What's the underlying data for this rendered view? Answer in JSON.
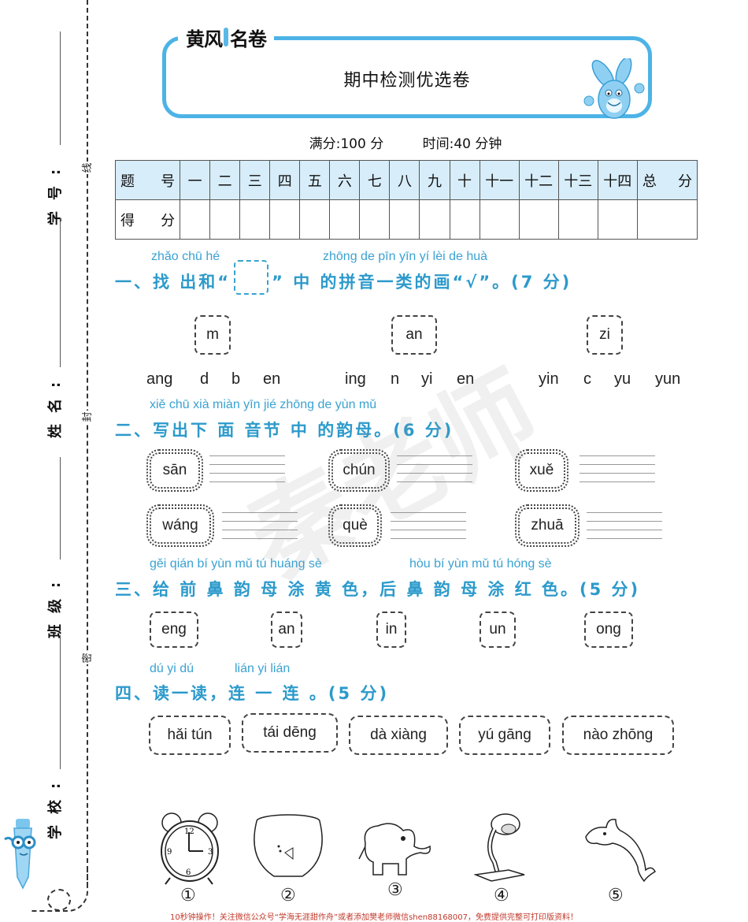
{
  "binding": {
    "seal_chars": [
      "线",
      "封",
      "密"
    ],
    "fields": [
      {
        "label": "学号:"
      },
      {
        "label": "姓名:"
      },
      {
        "label": "班级:"
      },
      {
        "label": "学校:"
      }
    ]
  },
  "header": {
    "brand": [
      "黄风",
      "名卷"
    ],
    "title": "期中检测优选卷",
    "full_score": "满分:100 分",
    "time": "时间:40 分钟",
    "accent_color": "#4db3e6"
  },
  "score_table": {
    "header_label": "题 号",
    "row_label": "得 分",
    "columns": [
      "一",
      "二",
      "三",
      "四",
      "五",
      "六",
      "七",
      "八",
      "九",
      "十",
      "十一",
      "十二",
      "十三",
      "十四"
    ],
    "total_label": "总 分",
    "header_bg": "#d7edf9"
  },
  "q1": {
    "pinyin_left": "zhǎo chū hé",
    "pinyin_right": "zhōng de pīn yīn yí lèi de huà",
    "title_left": "一、找 出和“",
    "title_right": "” 中 的拼音一类的画“√”。(7 分)",
    "groups": [
      {
        "target": "m",
        "options": [
          "ang",
          "d",
          "b",
          "en"
        ]
      },
      {
        "target": "an",
        "options": [
          "ing",
          "n",
          "yi",
          "en"
        ]
      },
      {
        "target": "zi",
        "options": [
          "yin",
          "c",
          "yu",
          "yun"
        ]
      }
    ]
  },
  "q2": {
    "pinyin": "xiě chū xià miàn yīn jié zhōng de yùn mǔ",
    "title": "二、写出下 面 音节 中 的韵母。(6 分)",
    "syllables": [
      "sān",
      "chún",
      "xuě",
      "wáng",
      "què",
      "zhuā"
    ]
  },
  "q3": {
    "pinyin_left": "gěi qián bí yùn mǔ tú huáng sè",
    "pinyin_right": "hòu bí yùn mǔ tú hóng sè",
    "title": "三、给 前 鼻 韵 母 涂 黄 色，后 鼻 韵 母 涂 红 色。(5 分)",
    "finals": [
      "eng",
      "an",
      "in",
      "un",
      "ong"
    ]
  },
  "q4": {
    "pinyin_left": "dú yi dú",
    "pinyin_right": "lián yi lián",
    "title": "四、读一读，连 一 连 。(5 分)",
    "words": [
      "hǎi tún",
      "tái dēng",
      "dà xiàng",
      "yú gāng",
      "nào zhōng"
    ],
    "pictures": [
      {
        "num": "①",
        "name": "alarm-clock"
      },
      {
        "num": "②",
        "name": "fish-bowl"
      },
      {
        "num": "③",
        "name": "elephant"
      },
      {
        "num": "④",
        "name": "desk-lamp"
      },
      {
        "num": "⑤",
        "name": "dolphin"
      }
    ]
  },
  "watermark": "秦老师",
  "footer": "10秒钟操作！关注微信公众号“学海无涯甜作舟”或者添加樊老师微信shen88168007，免费提供完整可打印版资料！"
}
